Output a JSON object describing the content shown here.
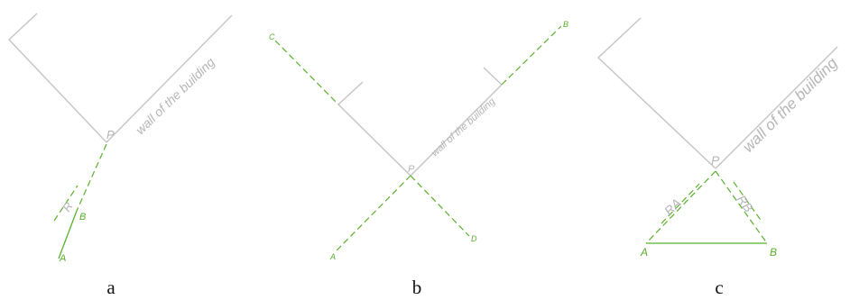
{
  "panels": [
    {
      "caption": "a",
      "wall_label": "wall of the building",
      "point_p": "P",
      "distance_label": "R",
      "point_b": "B",
      "point_a": "A"
    },
    {
      "caption": "b",
      "wall_label": "wall of the building",
      "point_p": "P",
      "point_a": "A",
      "point_b": "B",
      "point_c": "C",
      "point_d": "D"
    },
    {
      "caption": "c",
      "wall_label": "wall of the building",
      "point_p": "P",
      "distance_a_label": "RA",
      "distance_b_label": "RB",
      "point_a": "A",
      "point_b": "B"
    }
  ],
  "colors": {
    "wall": "#c4c4c4",
    "construction_line": "#58b02c",
    "caption": "#111111"
  }
}
